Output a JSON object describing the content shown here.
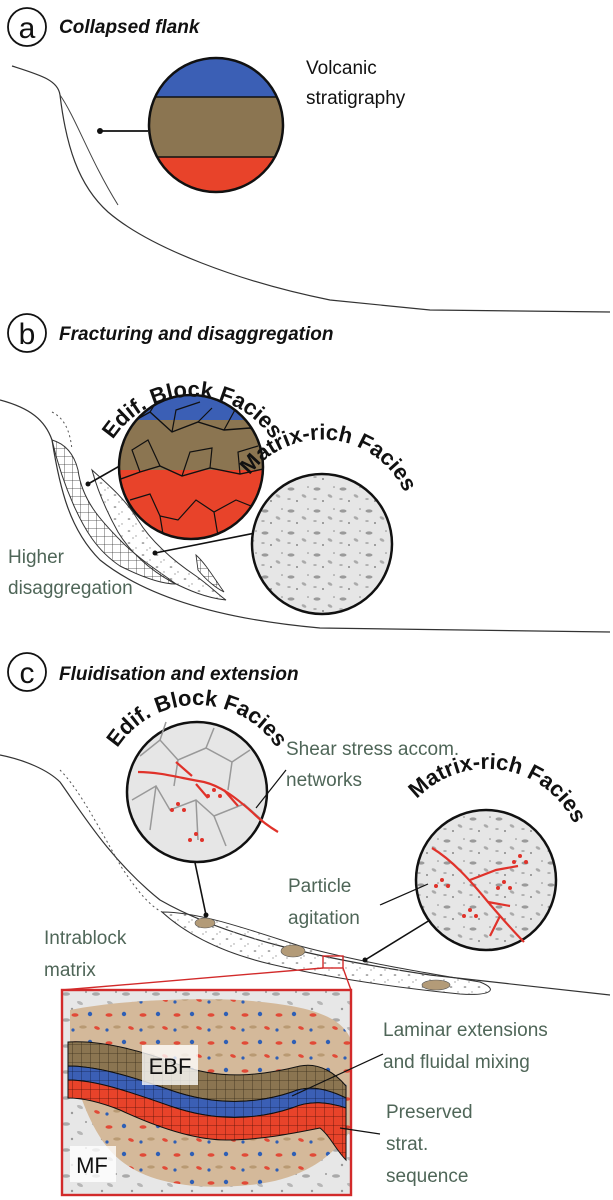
{
  "colors": {
    "blue": "#3b5fb5",
    "tan": "#8b7551",
    "red": "#e8432a",
    "grey_text": "#4f6658",
    "facies_fill": "#e6e6e6",
    "inset_border": "#d22a2a",
    "inset_tan": "#d4b99a"
  },
  "panel_a": {
    "letter": "a",
    "title": "Collapsed flank",
    "label_line1": "Volcanic",
    "label_line2": "stratigraphy"
  },
  "panel_b": {
    "letter": "b",
    "title": "Fracturing and disaggregation",
    "arc_ebf": "Edif. Block Facies",
    "arc_mrf": "Matrix-rich Facies",
    "label_line1": "Higher",
    "label_line2": "disaggregation"
  },
  "panel_c": {
    "letter": "c",
    "title": "Fluidisation and extension",
    "arc_ebf": "Edif. Block Facies",
    "arc_mrf": "Matrix-rich Facies",
    "shear_line1": "Shear stress accom.",
    "shear_line2": "networks",
    "particle_line1": "Particle",
    "particle_line2": "agitation",
    "intrablock_line1": "Intrablock",
    "intrablock_line2": "matrix",
    "laminar_line1": "Laminar extensions",
    "laminar_line2": "and fluidal mixing",
    "preserved_line1": "Preserved",
    "preserved_line2": "strat.",
    "preserved_line3": "sequence",
    "inset_ebf": "EBF",
    "inset_mf": "MF"
  }
}
